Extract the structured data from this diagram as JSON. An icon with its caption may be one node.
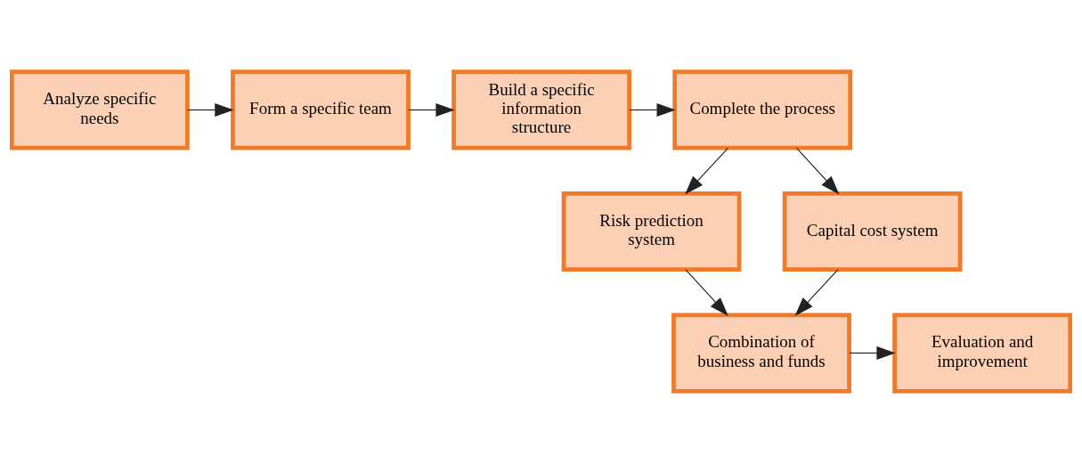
{
  "diagram": {
    "nodes": [
      {
        "text": [
          "Analyze specific needs"
        ]
      },
      {
        "text": [
          "Form a specific team"
        ]
      },
      {
        "text": [
          "Build a specific information structure"
        ]
      },
      {
        "text": [
          "Complete the process"
        ]
      },
      {
        "text": [
          "Risk prediction system"
        ]
      },
      {
        "text": [
          "Capital cost system"
        ]
      },
      {
        "text": [
          "Combination of business and funds"
        ]
      },
      {
        "text": [
          "Evaluation and improvement"
        ]
      }
    ],
    "edges": [
      {
        "from": 0,
        "to": 1,
        "arrow": "to"
      },
      {
        "from": 1,
        "to": 2,
        "arrow": "to"
      },
      {
        "from": 2,
        "to": 3,
        "arrow": "to"
      },
      {
        "from": 3,
        "to": 4,
        "arrow": "to"
      },
      {
        "from": 3,
        "to": 5,
        "arrow": "to"
      },
      {
        "from": 4,
        "to": 6,
        "arrow": "to"
      },
      {
        "from": 5,
        "to": 6,
        "arrow": "to"
      },
      {
        "from": 6,
        "to": 7,
        "arrow": "to"
      }
    ]
  }
}
